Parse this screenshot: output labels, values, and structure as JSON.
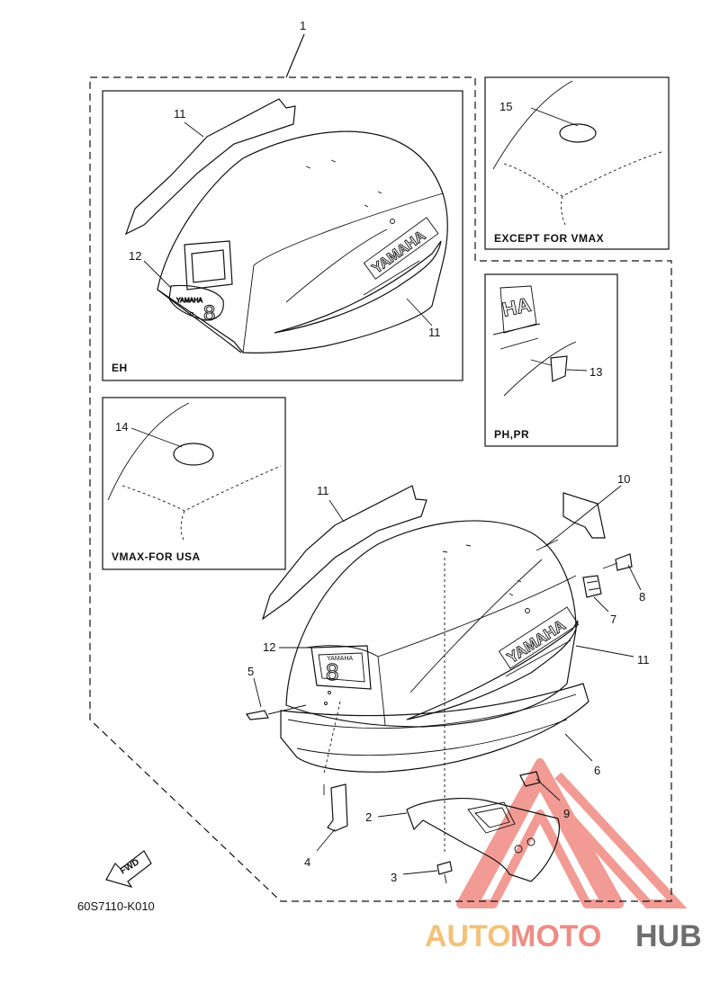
{
  "diagram": {
    "callouts": {
      "c1": "1",
      "c2": "2",
      "c3": "3",
      "c4": "4",
      "c5": "5",
      "c6": "6",
      "c7": "7",
      "c8": "8",
      "c9": "9",
      "c10": "10",
      "c11a": "11",
      "c11b": "11",
      "c11c": "11",
      "c11d": "11",
      "c12a": "12",
      "c12b": "12",
      "c13": "13",
      "c14": "14",
      "c15": "15"
    },
    "boxes": {
      "eh": "EH",
      "except_vmax": "EXCEPT FOR VMAX",
      "ph_pr": "PH,PR",
      "vmax_usa": "VMAX-FOR USA"
    },
    "decals": {
      "brand": "YAMAHA",
      "brand_small": "YAMAHA",
      "hp": "8"
    },
    "fwd": "FWD",
    "part_code": "60S7110-K010"
  },
  "watermark": {
    "auto": "AUTO",
    "moto": "MOTO",
    "hub": "HUB",
    "colors": {
      "auto": "#f2c27a",
      "moto": "#ee8c84",
      "hub": "#6e6e6e"
    }
  }
}
